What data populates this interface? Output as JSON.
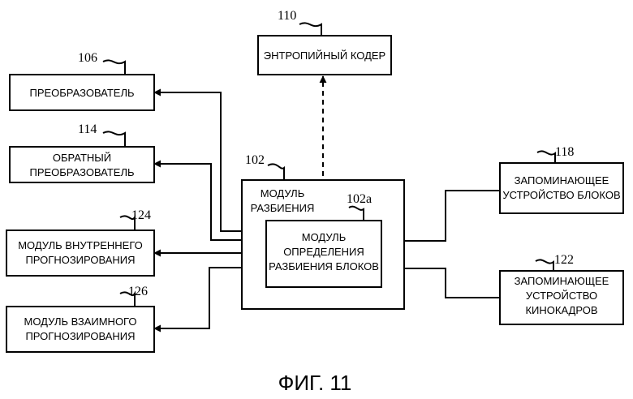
{
  "figure": {
    "caption": "ФИГ. 11"
  },
  "blocks": {
    "entropy_coder": {
      "ref": "110",
      "lines": [
        "ЭНТРОПИЙНЫЙ КОДЕР"
      ]
    },
    "transformer": {
      "ref": "106",
      "lines": [
        "ПРЕОБРАЗОВАТЕЛЬ"
      ]
    },
    "inverse_transformer": {
      "ref": "114",
      "lines": [
        "ОБРАТНЫЙ",
        "ПРЕОБРАЗОВАТЕЛЬ"
      ]
    },
    "intra_prediction": {
      "ref": "124",
      "lines": [
        "МОДУЛЬ ВНУТРЕННЕГО",
        "ПРОГНОЗИРОВАНИЯ"
      ]
    },
    "inter_prediction": {
      "ref": "126",
      "lines": [
        "МОДУЛЬ ВЗАИМНОГО",
        "ПРОГНОЗИРОВАНИЯ"
      ]
    },
    "partition_module": {
      "ref": "102",
      "lines": [
        "МОДУЛЬ",
        "РАЗБИЕНИЯ"
      ]
    },
    "block_partition_determination": {
      "ref": "102a",
      "lines": [
        "МОДУЛЬ",
        "ОПРЕДЕЛЕНИЯ",
        "РАЗБИЕНИЯ БЛОКОВ"
      ]
    },
    "block_memory": {
      "ref": "118",
      "lines": [
        "ЗАПОМИНАЮЩЕЕ",
        "УСТРОЙСТВО БЛОКОВ"
      ]
    },
    "frame_memory": {
      "ref": "122",
      "lines": [
        "ЗАПОМИНАЮЩЕЕ",
        "УСТРОЙСТВО",
        "КИНОКАДРОВ"
      ]
    }
  }
}
